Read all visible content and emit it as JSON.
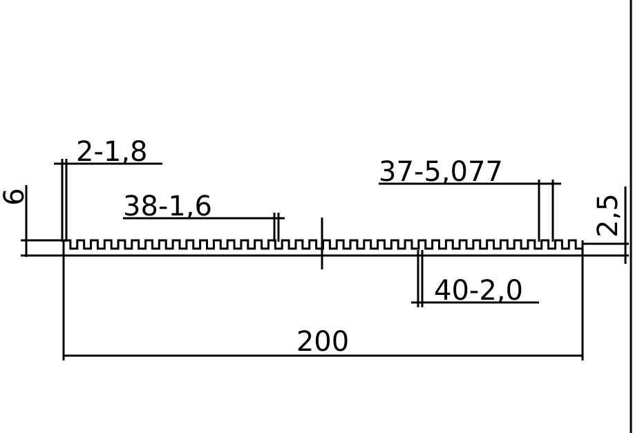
{
  "drawing": {
    "dimensions": {
      "overall_width": "200",
      "height_left": "6",
      "base_thickness": "2,5",
      "edge_fin": "2-1,8",
      "fin_count_thickness": "38-1,6",
      "slot_count_pitch": "37-5,077",
      "slot_count_width": "40-2,0"
    },
    "line_color": "#000000",
    "background": "#ffffff"
  }
}
